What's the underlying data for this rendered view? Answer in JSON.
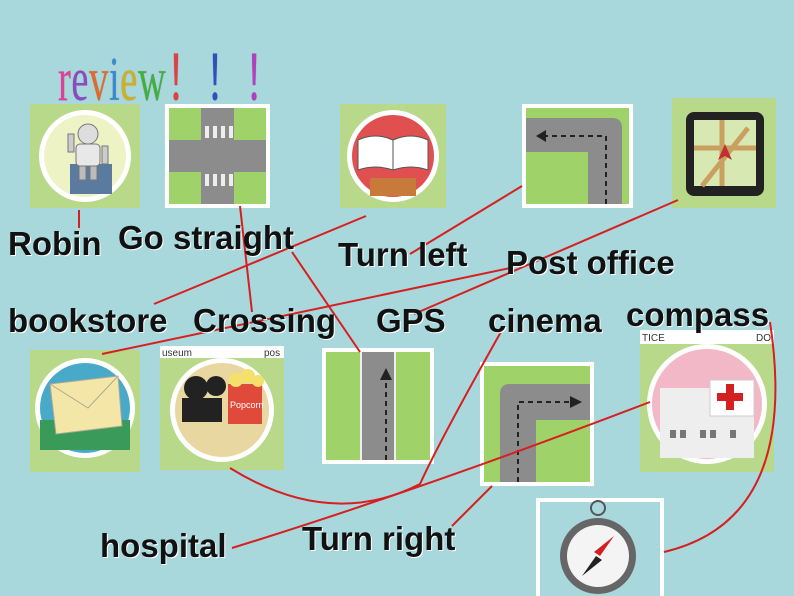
{
  "title": [
    "r",
    "e",
    "v",
    "i",
    "e",
    "w",
    "！",
    "！",
    "！"
  ],
  "title_colors": [
    "#e0409a",
    "#8a4ac0",
    "#e06a2a",
    "#3a8ad0",
    "#d0b020",
    "#40b040",
    "#e04040",
    "#3050c0",
    "#b040c0"
  ],
  "words": {
    "robin": "Robin",
    "go_straight": "Go straight",
    "turn_left": "Turn left",
    "post_office": "Post office",
    "bookstore": "bookstore",
    "crossing": "Crossing",
    "gps": "GPS",
    "cinema": "cinema",
    "compass": "compass",
    "hospital": "hospital",
    "turn_right": "Turn right"
  },
  "card_labels": {
    "cinema_left": "useum",
    "cinema_right": "pos",
    "popcorn": "Popcorn",
    "hospital_left": "TICE",
    "hospital_right": "DO"
  },
  "colors": {
    "background": "#a8d8dc",
    "line": "#d81e1e",
    "grass": "#9fd36a",
    "road": "#8c8c8c"
  }
}
